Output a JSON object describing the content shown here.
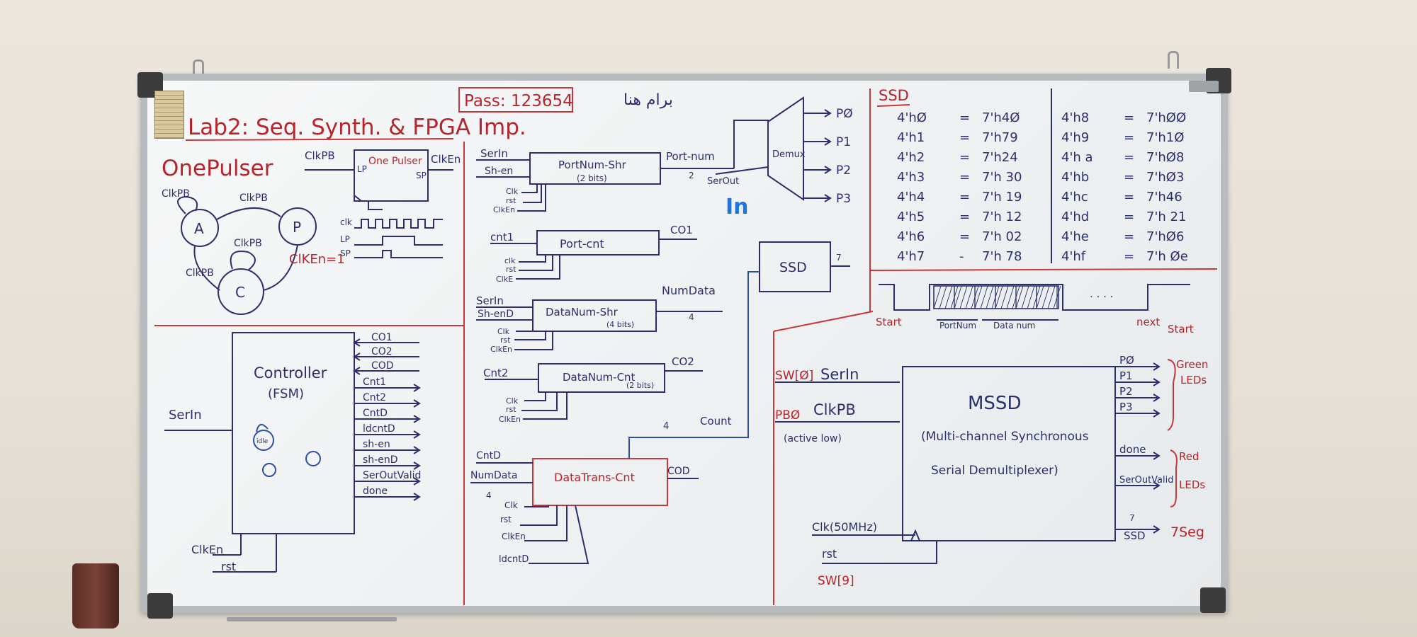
{
  "title": "Lab2: Seq. Synth. & FPGA Imp.",
  "pass": "Pass: 123654",
  "persian": "برام هنا",
  "onepulser": {
    "heading": "OnePulser",
    "states": [
      "A",
      "P",
      "C"
    ],
    "edge_labels": [
      "ClkPB",
      "ClkPB",
      "ClkPB",
      "ClkPB"
    ],
    "clken_eq": "ClKEn=1",
    "block_title": "One Pulser",
    "in_label": "ClkPB",
    "out_label": "ClkEn",
    "port_lp": "LP",
    "port_sp": "SP",
    "wave_labels": [
      "clk",
      "LP",
      "SP"
    ]
  },
  "controller": {
    "title": "Controller",
    "subtitle": "(FSM)",
    "input": "SerIn",
    "bottom_inputs": [
      "ClkEn",
      "rst"
    ],
    "idle": "idle",
    "in_signals": [
      "CO1",
      "CO2",
      "COD"
    ],
    "out_signals": [
      "Cnt1",
      "Cnt2",
      "CntD",
      "ldcntD",
      "sh-en",
      "sh-enD",
      "SerOutValid",
      "done"
    ]
  },
  "blocks": {
    "portnum_shr": {
      "title": "PortNum-Shr",
      "sub": "(2 bits)",
      "inputs": [
        "SerIn",
        "Sh-en"
      ],
      "ctrl": [
        "Clk",
        "rst",
        "ClkEn"
      ],
      "output": "Port-num",
      "width": "2"
    },
    "port_cnt": {
      "title": "Port-cnt",
      "input": "cnt1",
      "ctrl": [
        "clk",
        "rst",
        "ClkE"
      ],
      "output": "CO1"
    },
    "datanum_shr": {
      "title": "DataNum-Shr",
      "sub": "(4 bits)",
      "inputs": [
        "SerIn",
        "Sh-enD"
      ],
      "ctrl": [
        "Clk",
        "rst",
        "ClkEn"
      ],
      "output": "NumData",
      "width": "4"
    },
    "datanum_cnt": {
      "title": "DataNum-Cnt",
      "sub": "(2 bits)",
      "input": "Cnt2",
      "ctrl": [
        "Clk",
        "rst",
        "ClkEn"
      ],
      "output": "CO2"
    },
    "datatrans_cnt": {
      "title": "DataTrans-Cnt",
      "inputs": [
        "CntD",
        "NumData"
      ],
      "width": "4",
      "ctrl": [
        "Clk",
        "rst",
        "ClkEn",
        "ldcntD"
      ],
      "output": "COD"
    },
    "count_label": "Count",
    "count_width": "4",
    "demux": {
      "title": "Demux",
      "serout": "SerOut",
      "in_mark": "In",
      "width": "2",
      "outputs": [
        "PØ",
        "P1",
        "P2",
        "P3"
      ]
    },
    "ssd": {
      "title": "SSD",
      "width": "7"
    }
  },
  "ssd_table": {
    "heading": "SSD",
    "left": [
      [
        "4'hØ",
        "=",
        "7'h4Ø"
      ],
      [
        "4'h1",
        "=",
        "7'h79"
      ],
      [
        "4'h2",
        "=",
        "7'h24"
      ],
      [
        "4'h3",
        "=",
        "7'h 30"
      ],
      [
        "4'h4",
        "=",
        "7'h 19"
      ],
      [
        "4'h5",
        "=",
        "7'h 12"
      ],
      [
        "4'h6",
        "=",
        "7'h 02"
      ],
      [
        "4'h7",
        "-",
        "7'h 78"
      ]
    ],
    "right": [
      [
        "4'h8",
        "=",
        "7'hØØ"
      ],
      [
        "4'h9",
        "=",
        "7'h1Ø"
      ],
      [
        "4'h a",
        "=",
        "7'hØ8"
      ],
      [
        "4'hb",
        "=",
        "7'hØ3"
      ],
      [
        "4'hc",
        "=",
        "7'h46"
      ],
      [
        "4'hd",
        "=",
        "7'h 21"
      ],
      [
        "4'he",
        "=",
        "7'hØ6"
      ],
      [
        "4'hf",
        "=",
        "7'h Øe"
      ]
    ]
  },
  "timing": {
    "start": "Start",
    "portnum": "PortNum",
    "datanum": "Data num",
    "dots": ". . . .",
    "next_start_1": "next",
    "next_start_2": "Start"
  },
  "mssd": {
    "title": "MSSD",
    "sub1": "(Multi-channel Synchronous",
    "sub2": "Serial Demultiplexer)",
    "in_serin_sw": "SW[Ø]",
    "in_serin": "SerIn",
    "in_clkpb_pb": "PBØ",
    "in_clkpb": "ClkPB",
    "active_low": "(active low)",
    "clk": "Clk(50MHz)",
    "rst": "rst",
    "sw9": "SW[9]",
    "outs": [
      "PØ",
      "P1",
      "P2",
      "P3",
      "done",
      "SerOutValid",
      "SSD"
    ],
    "ssd_width": "7",
    "green": [
      "Green",
      "LEDs"
    ],
    "red": [
      "Red",
      "LEDs"
    ],
    "seg": "7Seg"
  }
}
